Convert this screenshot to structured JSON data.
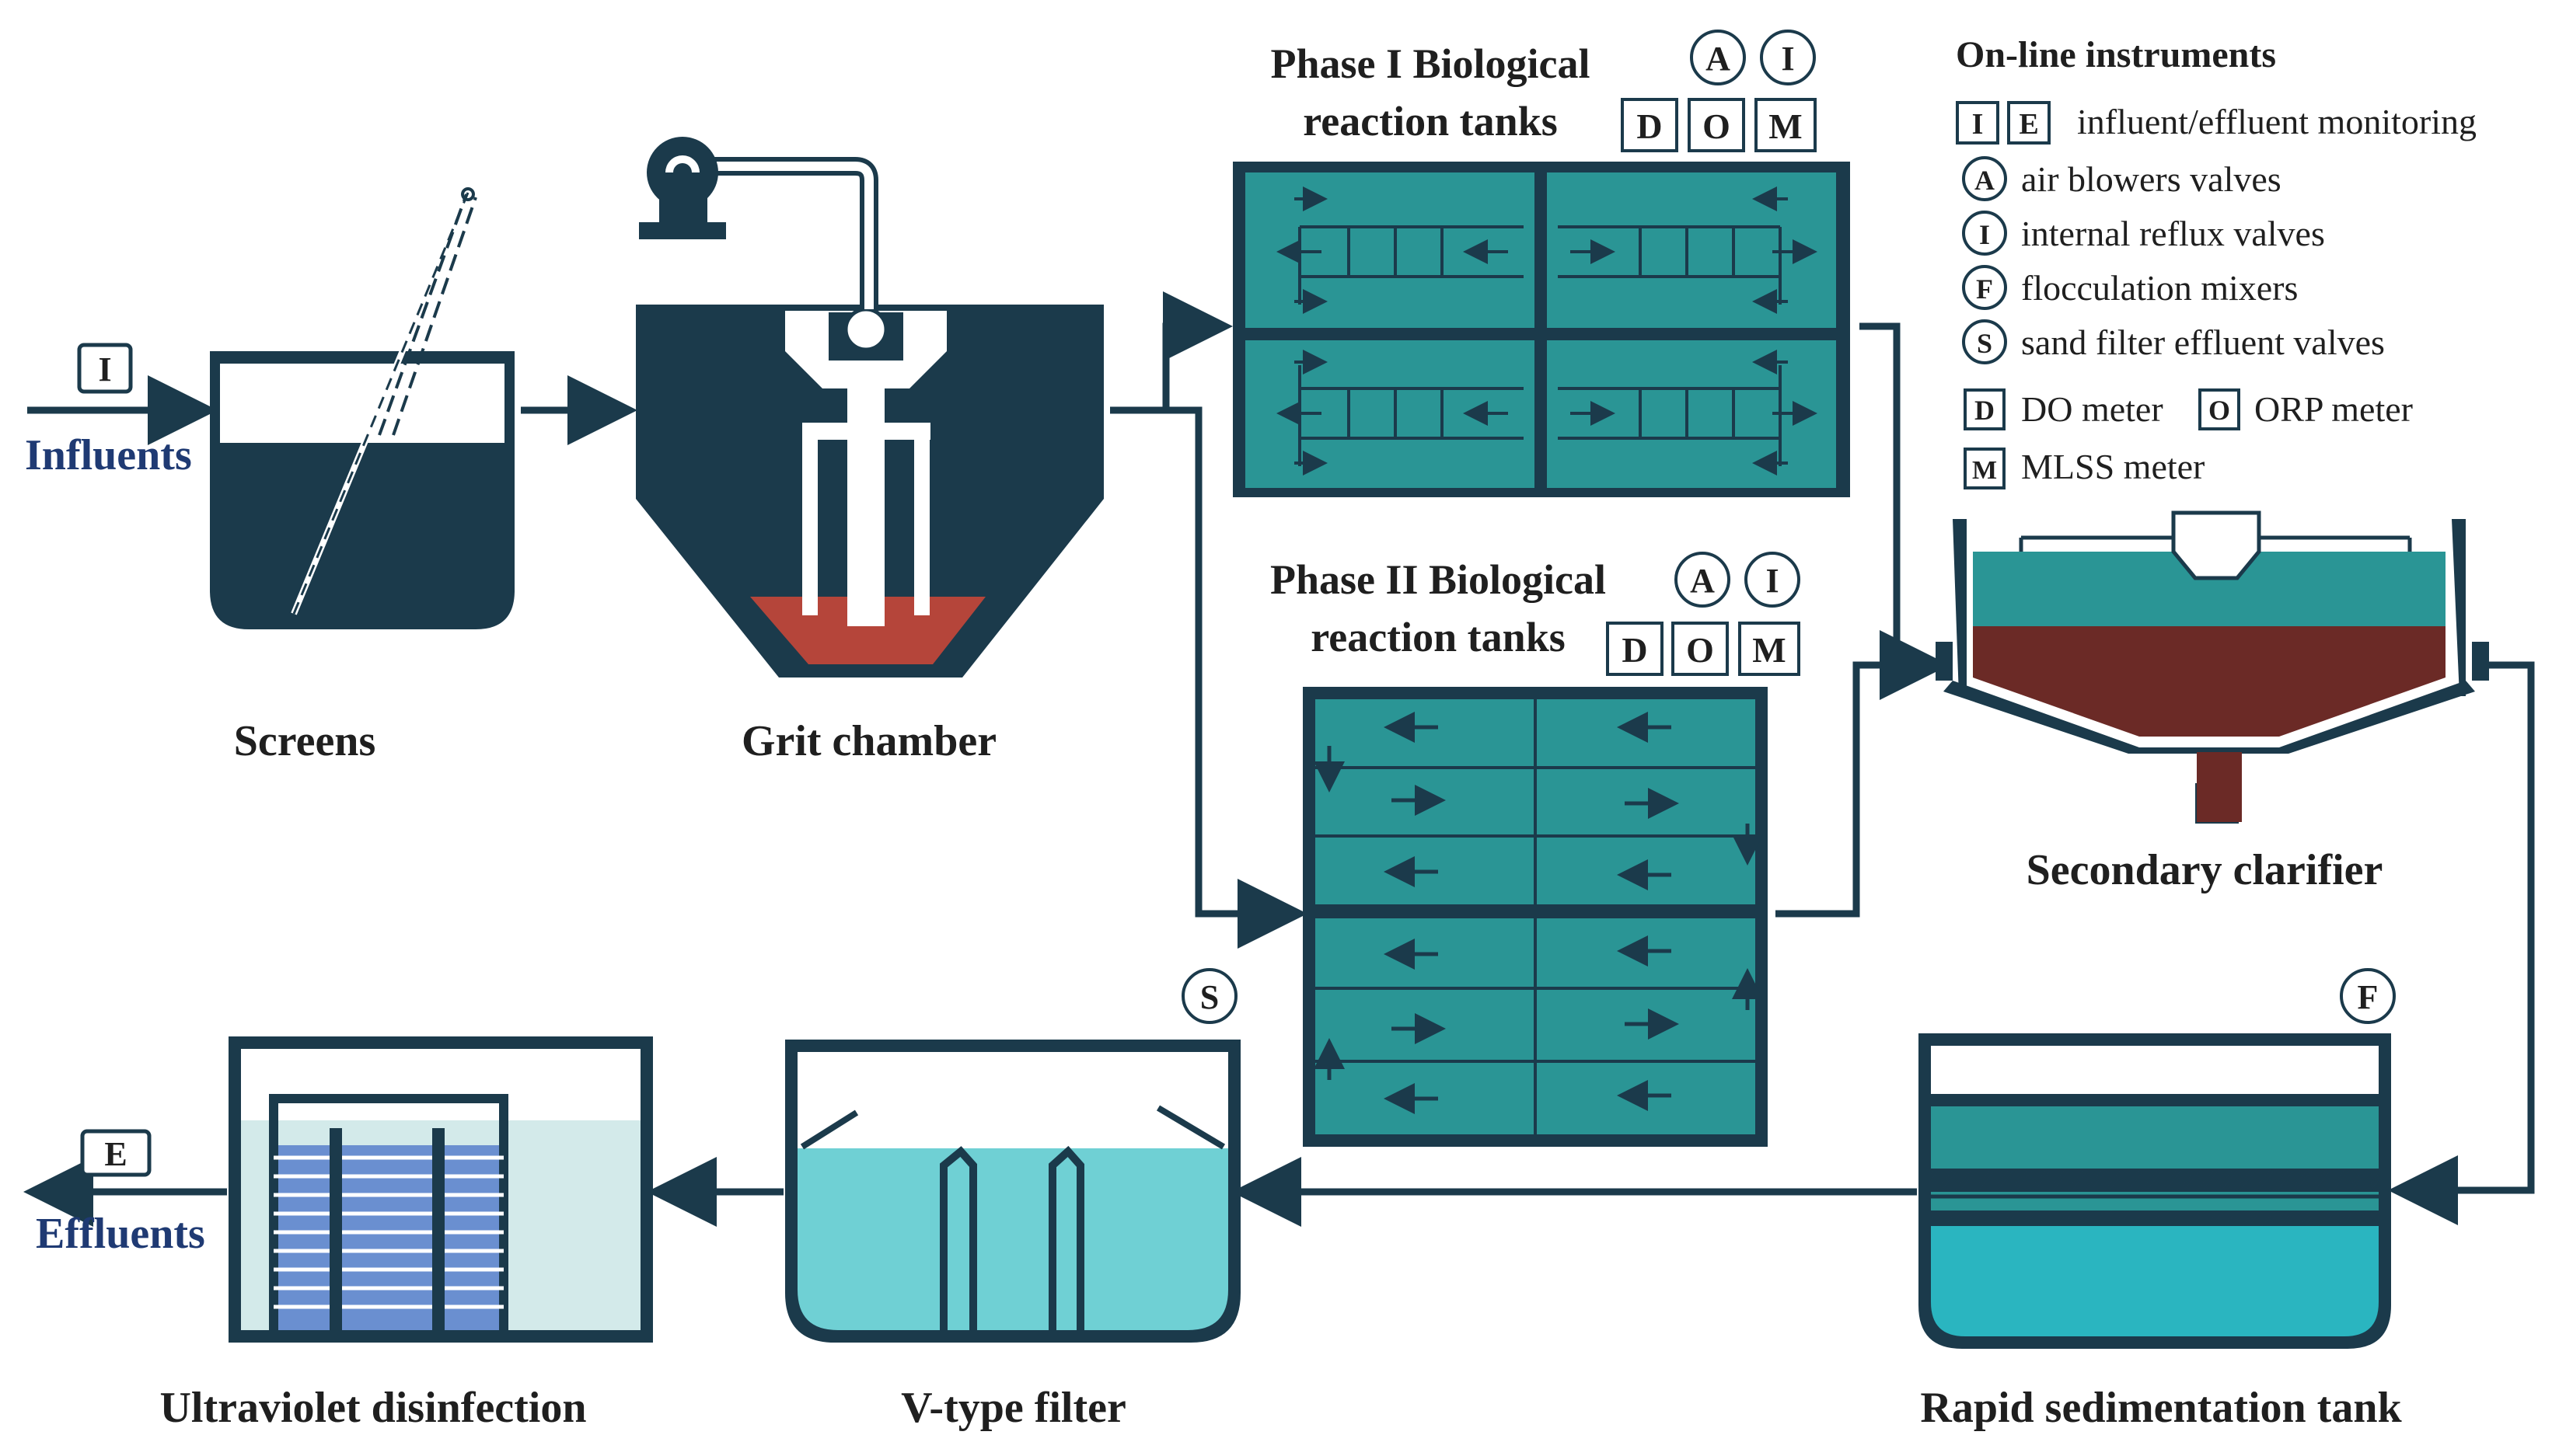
{
  "stages": {
    "screens": "Screens",
    "grit": "Grit chamber",
    "phase1_line1": "Phase I Biological",
    "phase1_line2": "reaction tanks",
    "phase2_line1": "Phase II Biological",
    "phase2_line2": "reaction tanks",
    "clarifier": "Secondary clarifier",
    "rapid": "Rapid sedimentation tank",
    "vfilter": "V-type filter",
    "uv": "Ultraviolet disinfection"
  },
  "flow": {
    "influents": "Influents",
    "effluents": "Effluents",
    "influent_badge": "I",
    "effluent_badge": "E"
  },
  "badges": {
    "A": "A",
    "I": "I",
    "D": "D",
    "O": "O",
    "M": "M",
    "S": "S",
    "F": "F",
    "E": "E"
  },
  "legend": {
    "title": "On-line instruments",
    "ie": "influent/effluent  monitoring",
    "a": "air blowers valves",
    "i": "internal  reflux  valves",
    "f": "flocculation  mixers",
    "s": "sand filter effluent  valves",
    "d": "DO meter",
    "o": "ORP meter",
    "m": "MLSS meter"
  },
  "colors": {
    "dark": "#1b3a4b",
    "teal": "#2a9595",
    "sludge": "#6b2a26",
    "grit": "#b5453a",
    "light_teal": "#6fd0d4",
    "pale": "#d3eaea",
    "uv_lamp": "#6a8fd0"
  }
}
